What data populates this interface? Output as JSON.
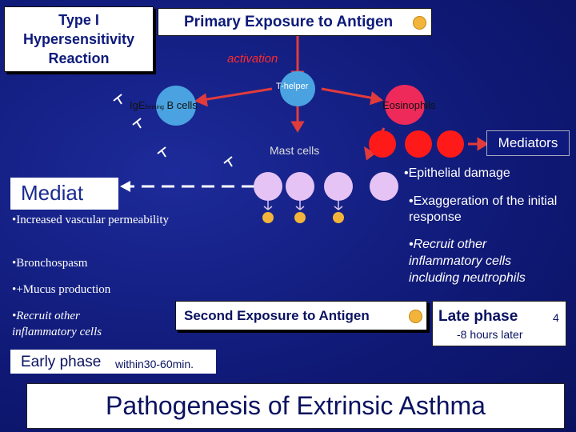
{
  "title_box": {
    "line1": "Type I",
    "line2": "Hypersensitivity",
    "line3": "Reaction"
  },
  "primary_exposure": "Primary Exposure to Antigen",
  "activation": "activation",
  "t_helper": "T-helper",
  "ige": {
    "main": "IgE",
    "sub": "forming",
    "tail": "B cells"
  },
  "eosinophils": "Eosinophils",
  "mast_cells": "Mast cells",
  "mediators_box": "Mediators",
  "mediat_left": "Mediat",
  "early_effects": [
    "•Increased vascular permeability",
    "•Bronchospasm",
    "•+Mucus production",
    "•Recruit other inflammatory cells"
  ],
  "late_effects": [
    "•Epithelial damage",
    "•Exaggeration of the initial response",
    "•Recruit other inflammatory cells including neutrophils"
  ],
  "second_exposure": "Second Exposure to Antigen",
  "late_phase": {
    "title": "Late phase",
    "time": "-8 hours later"
  },
  "page_number": "4",
  "early_phase": {
    "title": "Early phase",
    "time": "within30-60min."
  },
  "footer_title": "Pathogenesis of Extrinsic Asthma",
  "colors": {
    "red": "#ff1a1a",
    "lavender": "#e6c3f5",
    "antigen": "#f2b43a",
    "tcell": "#4aa3e0",
    "eos": "#ee2a5a",
    "navy": "#101a78"
  }
}
